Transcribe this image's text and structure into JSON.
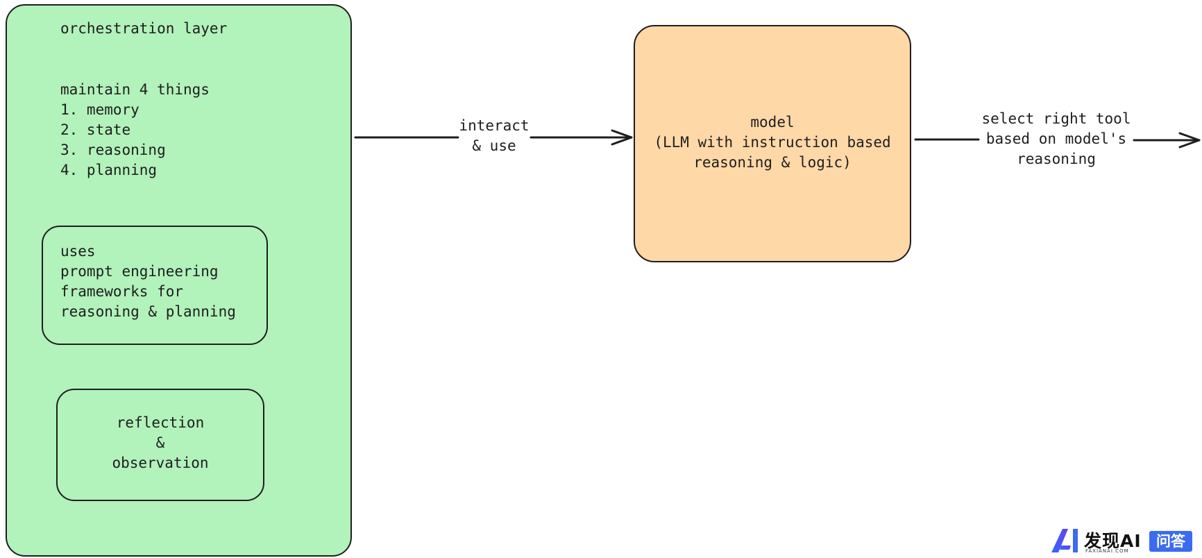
{
  "orchestration": {
    "title": "orchestration layer",
    "maintain_heading": "maintain 4 things",
    "items": [
      "1. memory",
      "2. state",
      "3. reasoning",
      "4. planning"
    ],
    "uses_box": {
      "lines": [
        "uses",
        "prompt engineering",
        "frameworks for",
        "reasoning & planning"
      ]
    },
    "reflection_box": {
      "lines": [
        "reflection",
        "&",
        "observation"
      ]
    }
  },
  "arrow_interact": {
    "lines": [
      "interact",
      "& use"
    ]
  },
  "model": {
    "lines": [
      "model",
      "(LLM with instruction based",
      "reasoning & logic)"
    ]
  },
  "arrow_select": {
    "lines": [
      "select right tool",
      "based on model's",
      "reasoning"
    ]
  },
  "watermark": {
    "brand": "发现AI",
    "sub": "FAXIANAI.COM",
    "badge": "问答"
  },
  "colors": {
    "green_fill": "#b2f2bb",
    "orange_fill": "#ffd8a8",
    "stroke": "#1e1e1e",
    "watermark_blue": "#3b6bf0"
  }
}
